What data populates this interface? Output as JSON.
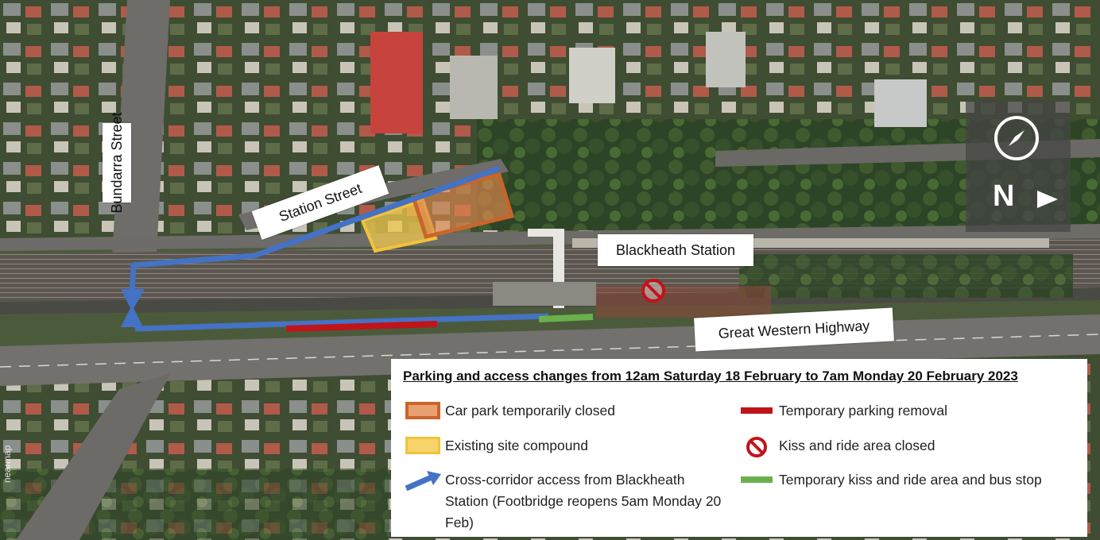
{
  "map": {
    "street_labels": {
      "bundarra": "Bundarra Street",
      "station_street": "Station Street",
      "blackheath_station": "Blackheath Station",
      "great_western_highway": "Great Western Highway"
    },
    "compass": {
      "north_label": "N"
    },
    "watermark": "nearmap"
  },
  "legend": {
    "title": "Parking and access changes from 12am Saturday 18 February to 7am Monday 20 February 2023",
    "items": [
      {
        "label": "Car park temporarily closed",
        "color": "#c8652a",
        "icon": "orange-rectangle"
      },
      {
        "label": "Existing site compound",
        "color": "#f1c33a",
        "icon": "yellow-rectangle"
      },
      {
        "label": "Cross-corridor access from Blackheath Station (Footbridge reopens 5am Monday 20 Feb)",
        "color": "#4472c4",
        "icon": "blue-arrow-icon"
      },
      {
        "label": "Temporary parking removal",
        "color": "#c0141a",
        "icon": "red-line"
      },
      {
        "label": "Kiss and ride area closed",
        "color": "#c0141a",
        "icon": "no-entry-icon"
      },
      {
        "label": "Temporary kiss and ride area and bus stop",
        "color": "#6ab04c",
        "icon": "green-line"
      }
    ]
  }
}
